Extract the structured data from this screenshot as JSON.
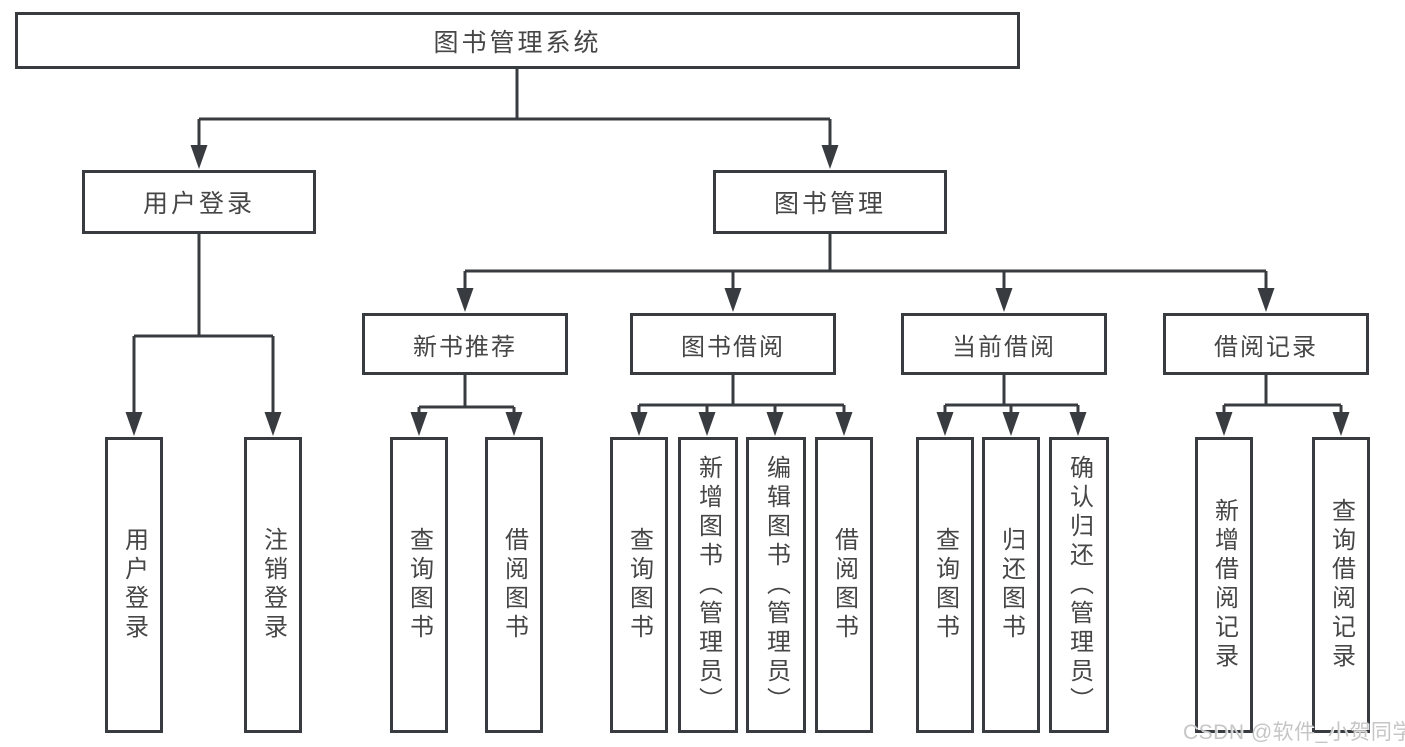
{
  "diagram": {
    "root_label": "图书管理系统",
    "level2": {
      "user_login": "用户登录",
      "book_management": "图书管理"
    },
    "level3": {
      "new_book_recommend": "新书推荐",
      "book_borrowing": "图书借阅",
      "current_borrowing": "当前借阅",
      "borrowing_records": "借阅记录"
    },
    "leaves": {
      "user_login": "用户登录",
      "logout": "注销登录",
      "nb_query_books": "查询图书",
      "nb_borrow_books": "借阅图书",
      "bb_query_books": "查询图书",
      "bb_add_books_admin": "新增图书（管理员）",
      "bb_edit_books_admin": "编辑图书（管理员）",
      "bb_borrow_books": "借阅图书",
      "cb_query_books": "查询图书",
      "cb_return_books": "归还图书",
      "cb_confirm_return_admin": "确认归还（管理员）",
      "br_add_record": "新增借阅记录",
      "br_query_record": "查询借阅记录"
    }
  },
  "watermark": {
    "text": "CSDN @软件_小贺同学"
  },
  "colors": {
    "line": "#383c41",
    "box_border": "#383c41",
    "text": "#464646",
    "watermark": "#c6c6c6",
    "background": "#ffffff"
  }
}
